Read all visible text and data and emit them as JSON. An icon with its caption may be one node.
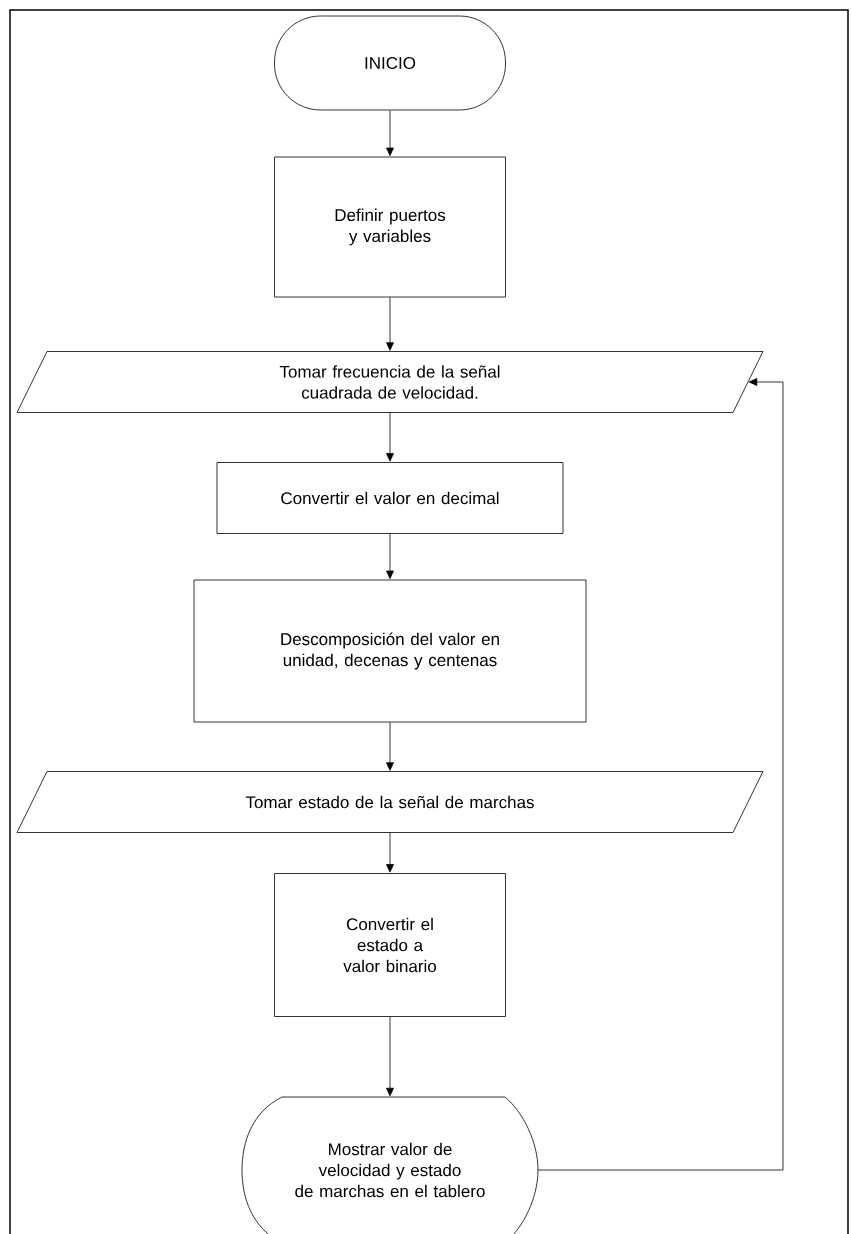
{
  "diagram": {
    "nodes": [
      {
        "text": [
          "INICIO"
        ]
      },
      {
        "text": [
          "Definir puertos y variables"
        ]
      },
      {
        "text": [
          "Tomar frecuencia de la señal cuadrada de velocidad."
        ]
      },
      {
        "text": [
          "Convertir el valor en decimal"
        ]
      },
      {
        "text": [
          "Descomposición del valor en unidad, decenas y centenas"
        ]
      },
      {
        "text": [
          "Tomar estado de la señal de marchas"
        ]
      },
      {
        "text": [
          "Convertir el estado a valor binario"
        ]
      },
      {
        "text": [
          "Mostrar valor de velocidad y estado de marchas en el tablero"
        ]
      }
    ],
    "edges": [
      {
        "from": 0,
        "to": 1,
        "arrow": "to"
      },
      {
        "from": 1,
        "to": 2,
        "arrow": "to"
      },
      {
        "from": 2,
        "to": 3,
        "arrow": "to"
      },
      {
        "from": 3,
        "to": 4,
        "arrow": "to"
      },
      {
        "from": 4,
        "to": 5,
        "arrow": "to"
      },
      {
        "from": 5,
        "to": 6,
        "arrow": "to"
      },
      {
        "from": 6,
        "to": 7,
        "arrow": "to"
      },
      {
        "from": 7,
        "to": 2,
        "arrow": "to"
      }
    ]
  }
}
